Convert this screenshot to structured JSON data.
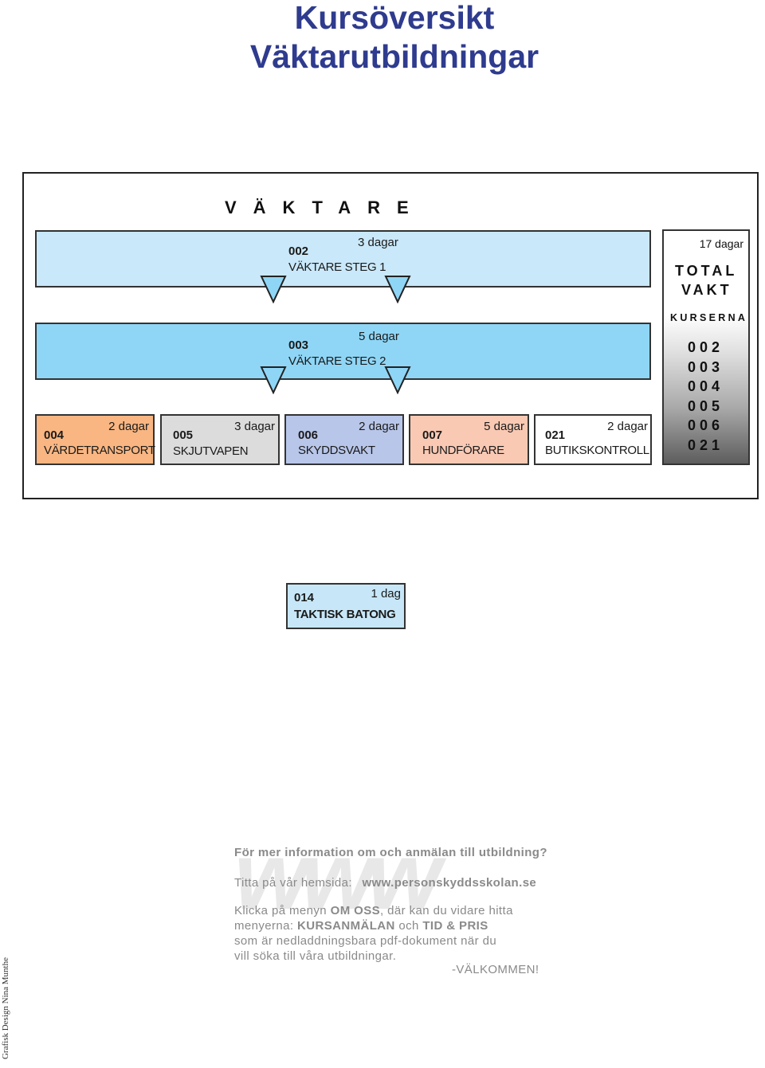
{
  "title": {
    "line1": "Kursöversikt",
    "line2": "Väktarutbildningar"
  },
  "section_heading": "VÄKTARE",
  "courses": {
    "c002": {
      "code": "002",
      "name": "VÄKTARE STEG 1",
      "days": "3 dagar"
    },
    "c003": {
      "code": "003",
      "name": "VÄKTARE STEG 2",
      "days": "5 dagar"
    },
    "c004": {
      "code": "004",
      "name": "VÄRDETRANSPORT",
      "days": "2 dagar"
    },
    "c005": {
      "code": "005",
      "name": "SKJUTVAPEN",
      "days": "3 dagar"
    },
    "c006": {
      "code": "006",
      "name": "SKYDDSVAKT",
      "days": "2 dagar"
    },
    "c007": {
      "code": "007",
      "name": "HUNDFÖRARE",
      "days": "5 dagar"
    },
    "c021": {
      "code": "021",
      "name": "BUTIKSKONTROLL",
      "days": "2 dagar"
    },
    "c014": {
      "code": "014",
      "name": "TAKTISK BATONG",
      "days": "1 dag"
    }
  },
  "total": {
    "days": "17 dagar",
    "line1": "TOTAL",
    "line2": "VAKT",
    "label": "KURSERNA",
    "codes": [
      "002",
      "003",
      "004",
      "005",
      "006",
      "021"
    ]
  },
  "colors": {
    "title": "#2e3b8e",
    "steg1": "#c9e8f9",
    "steg2": "#8fd6f6",
    "c004": "#f9b682",
    "c005": "#dcdcdc",
    "c006": "#b8c6e9",
    "c007": "#f9c9b4",
    "c021": "#ffffff",
    "c014": "#c7e7f8"
  },
  "footer": {
    "watermark": "www",
    "question": "För mer information om och anmälan till utbildning?",
    "visit_prefix": "Titta på vår hemsida:",
    "url": "www.personskyddsskolan.se",
    "p1": "Klicka på menyn ",
    "om_oss": "OM OSS",
    "p2": ", där kan du vidare hitta",
    "p3": "menyerna: ",
    "kursanmalan": "KURSANMÄLAN",
    "p4": " och ",
    "tid_pris": "TID & PRIS",
    "line3": "som är nedladdningsbara pdf-dokument när du",
    "line4": "vill söka till våra utbildningar.",
    "welcome": "-VÄLKOMMEN!"
  },
  "credit": "Grafisk Design Nina Munthe"
}
